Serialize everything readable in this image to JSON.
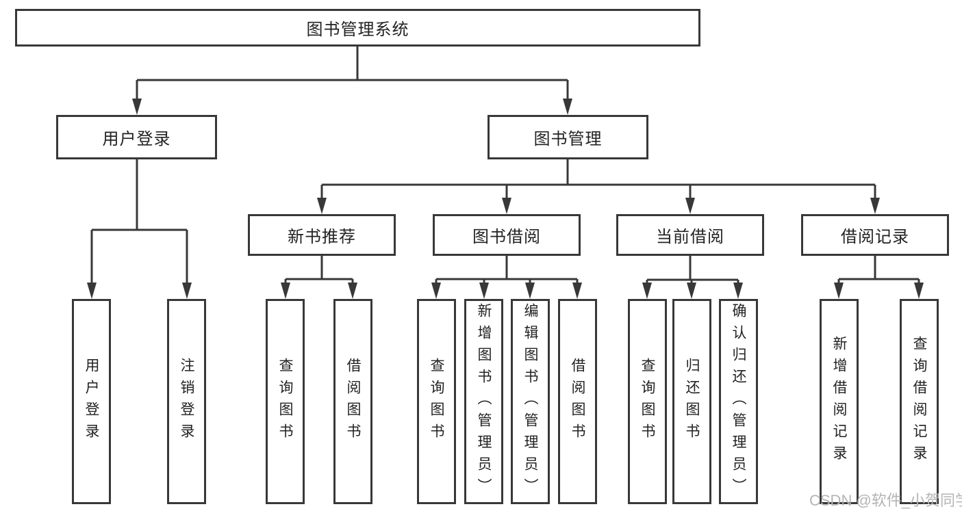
{
  "tree": {
    "root": "图书管理系统",
    "level2": [
      {
        "label": "用户登录",
        "leaves": [
          "用户登录",
          "注销登录"
        ]
      },
      {
        "label": "图书管理",
        "groups": [
          {
            "label": "新书推荐",
            "leaves": [
              "查询图书",
              "借阅图书"
            ]
          },
          {
            "label": "图书借阅",
            "leaves": [
              "查询图书",
              "新增图书（管理员）",
              "编辑图书（管理员）",
              "借阅图书"
            ]
          },
          {
            "label": "当前借阅",
            "leaves": [
              "查询图书",
              "归还图书",
              "确认归还（管理员）"
            ]
          },
          {
            "label": "借阅记录",
            "leaves": [
              "新增借阅记录",
              "查询借阅记录"
            ]
          }
        ]
      }
    ]
  },
  "watermark": {
    "text": "CSDN @软件_小贺同学"
  },
  "colors": {
    "line": "#383838",
    "box_border": "#383838",
    "text": "#222222",
    "watermark": "#b4b4b4",
    "background": "#ffffff"
  }
}
